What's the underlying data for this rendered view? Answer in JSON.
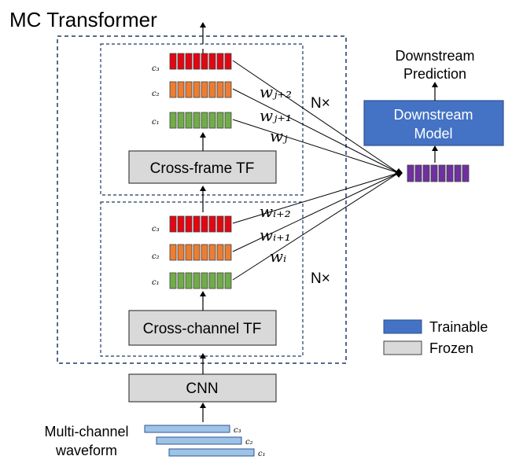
{
  "title": "MC Transformer",
  "downstream": {
    "prediction_line1": "Downstream",
    "prediction_line2": "Prediction",
    "model_line1": "Downstream",
    "model_line2": "Model"
  },
  "blocks": {
    "cross_frame": "Cross-frame TF",
    "cross_channel": "Cross-channel TF",
    "cnn": "CNN",
    "repeat_label": "N×"
  },
  "channels": {
    "c3": "c₃",
    "c2": "c₂",
    "c1": "c₁"
  },
  "weights": {
    "top": [
      "wⱼ₊₂",
      "wⱼ₊₁",
      "wⱼ"
    ],
    "bottom": [
      "wᵢ₊₂",
      "wᵢ₊₁",
      "wᵢ"
    ]
  },
  "input": {
    "line1": "Multi-channel",
    "line2": "waveform"
  },
  "legend": {
    "trainable": "Trainable",
    "frozen": "Frozen"
  },
  "colors": {
    "red": "#e30613",
    "orange": "#ed7d31",
    "green": "#70ad47",
    "purple": "#7030a0",
    "blue": "#4472c4",
    "gray": "#d9d9d9",
    "waveform": "#9dc3e6",
    "dashed": "#1f3864"
  }
}
